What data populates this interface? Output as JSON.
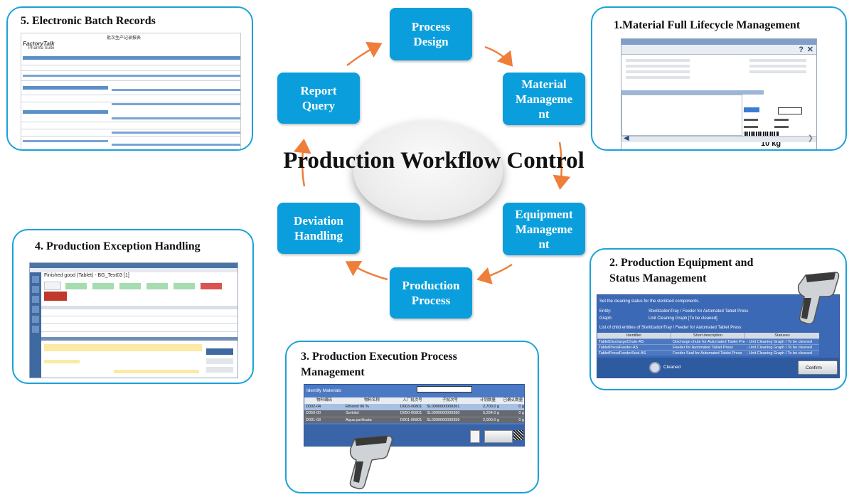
{
  "center": {
    "title": "Production Workflow Control"
  },
  "steps": {
    "process_design": "Process\nDesign",
    "material": "Material\nManageme\nnt",
    "equipment": "Equipment\nManageme\nnt",
    "production": "Production\nProcess",
    "deviation": "Deviation\nHandling",
    "report": "Report\nQuery"
  },
  "panels": {
    "p1": {
      "title": "1.Material Full Lifecycle Management"
    },
    "p2": {
      "title_line1": "2. Production Equipment and",
      "title_line2": "Status Management"
    },
    "p3": {
      "title_line1": "3. Production Execution Process",
      "title_line2": "Management"
    },
    "p4": {
      "title": "4. Production Exception Handling"
    },
    "p5": {
      "title": "5. Electronic Batch Records"
    }
  },
  "screens": {
    "p1": {
      "weight": "10 kg"
    },
    "p2": {
      "instruction": "Set the cleaning status for the sterilized components.",
      "entity_label": "Entity:",
      "entity_value": "SterilizationTray / Feeder for Automated Tablet Press",
      "graph_label": "Graph:",
      "graph_value": "Unit Cleaning Graph [To be cleaned]",
      "list_title": "List of child entities of SterilizationTray / Feeder for Automated Tablet Press",
      "columns": [
        "Identifier",
        "Short description",
        "Statuses"
      ],
      "rows": [
        [
          "TabletDischargeChute-AS",
          "Discharge chute for Automated Tablet Press",
          "- Unit Cleaning Graph / To be cleaned"
        ],
        [
          "TabletPressFeeder-AS",
          "Feeder for Automated Tablet Press",
          "- Unit Cleaning Graph / To be cleaned"
        ],
        [
          "TabletPressFeederSeal-AS",
          "Feeder Seal for Automated Tablet Press",
          "- Unit Cleaning Graph / To be cleaned"
        ]
      ],
      "cleaned_label": "Cleaned",
      "confirm_label": "Confirm"
    },
    "p3": {
      "header": "Identify Materials",
      "columns": [
        "物料编码",
        "物料名称",
        "入厂批次号",
        "子批次号",
        "计划数量",
        "已确认数量"
      ],
      "rows": [
        [
          "D002-04",
          "Ethanol 96 %",
          "D003-00801",
          "SL0000000000361",
          "2,700.0 g",
          "0 g"
        ],
        [
          "D050-00",
          "Sorbitol",
          "D050-00801",
          "SL0000000000360",
          "5,294.0 g",
          "0 g"
        ],
        [
          "D001-03",
          "Aqua purificata",
          "D001-00801",
          "SL0000000000359",
          "2,000.0 g",
          "0 g"
        ]
      ]
    },
    "p4": {
      "header": "Finished good (Tablet) - BG_Test03 [1]"
    },
    "p5": {
      "heading": "批次生产记录报表",
      "logo_line1": "FactoryTalk",
      "logo_line2": "Pharma Suite"
    }
  }
}
